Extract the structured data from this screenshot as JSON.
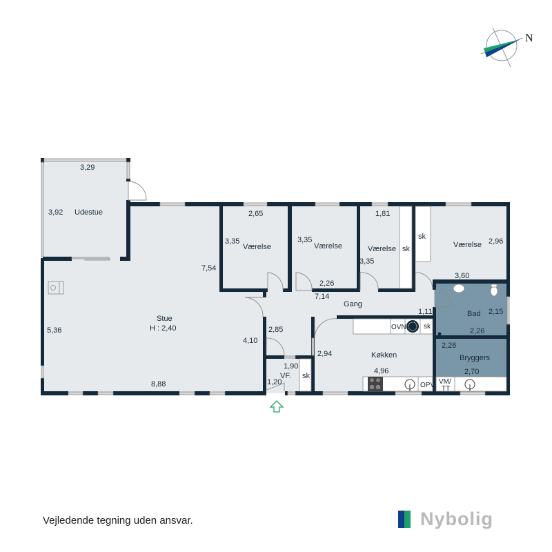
{
  "compass": {
    "label": "N",
    "colors": {
      "green": "#1da36a",
      "blue": "#103f8c"
    }
  },
  "rooms": {
    "udestue": {
      "name": "Udestue",
      "dim_top": "3,29",
      "dim_side": "3,92"
    },
    "stue": {
      "name": "Stue",
      "height": "H : 2,40",
      "dim_side": "5,36",
      "dim_bottom": "8,88",
      "dim_right": "7,54",
      "dim_inner": "4,10"
    },
    "vaerelse1": {
      "name": "Værelse",
      "dim_top": "2,65",
      "dim_side": "3,35"
    },
    "vaerelse2": {
      "name": "Værelse",
      "dim_side": "3,35",
      "dim_bottom": "2,26"
    },
    "vaerelse3": {
      "name": "Værelse",
      "dim_top": "1,81",
      "dim_side": "3,35",
      "closet": "sk"
    },
    "vaerelse4": {
      "name": "Værelse",
      "dim_side": "2,96",
      "dim_bottom": "3,60",
      "closet": "sk"
    },
    "gang": {
      "name": "Gang",
      "dim_length": "7,14",
      "dim_right": "1,11",
      "dim_side": "2,85"
    },
    "vf": {
      "name": "VF.",
      "dim_top": "1,90",
      "dim_side": "1,20",
      "closet": "sk"
    },
    "koekken": {
      "name": "Køkken",
      "dim_side": "2,94",
      "dim_bottom": "4,96",
      "oven": "OVN",
      "fridge": "sk",
      "dishwasher": "OPV"
    },
    "bad": {
      "name": "Bad",
      "dim_side": "2,15",
      "dim_bottom": "2,26"
    },
    "bryggers": {
      "name": "Bryggers",
      "dim_top": "2,26",
      "dim_bottom": "2,70",
      "washer": "VM/",
      "dryer": "TT"
    }
  },
  "footer": {
    "disclaimer": "Vejledende tegning uden ansvar.",
    "brand": "Nybolig",
    "brand_colors": [
      "#103f8c",
      "#1da36a"
    ]
  },
  "colors": {
    "floor": "#e6eaed",
    "wet_room": "#7a97aa",
    "wall": "#14293a",
    "window": "#c8c8c8",
    "entrance_arrow": "#1da36a"
  }
}
